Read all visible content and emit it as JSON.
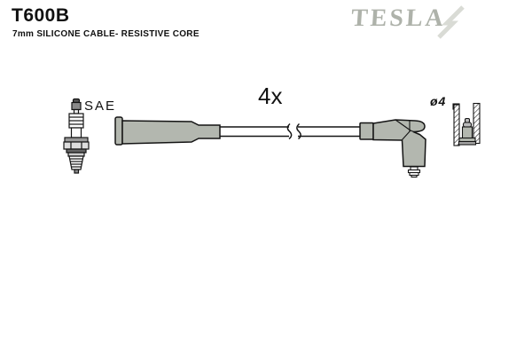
{
  "header": {
    "part_number": "T600B",
    "description": "7mm SILICONE CABLE- RESISTIVE CORE",
    "brand": "TESLA"
  },
  "diagram": {
    "quantity_label": "4x",
    "plug_terminal_label": "SAE",
    "connector_diameter_label": "ø4"
  },
  "colors": {
    "boot_gray": "#b3b7af",
    "logo_gray": "#aeb2aa",
    "swoosh_gray": "#d9dbd5",
    "outline": "#141414",
    "background": "#ffffff"
  }
}
